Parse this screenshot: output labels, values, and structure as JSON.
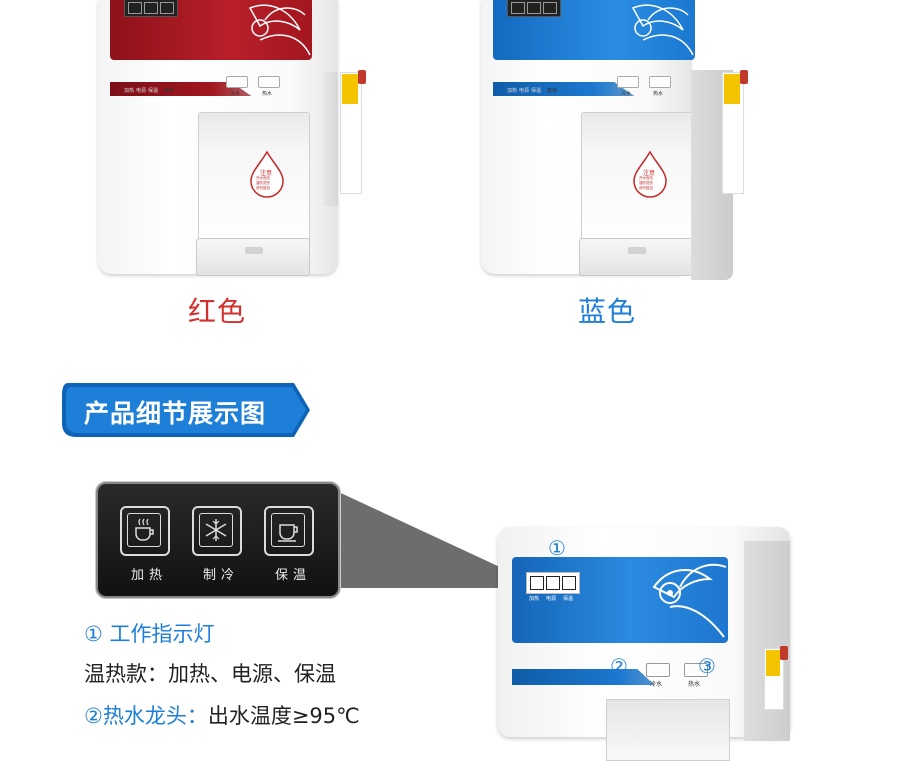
{
  "products": [
    {
      "caption": "红色",
      "caption_color": "#d32f2f",
      "panel_color": "#b01e28",
      "panel_buttons": [
        "冷水",
        "热水"
      ],
      "indicator_labels": [
        "加热",
        "电源",
        "保温",
        "童锁"
      ],
      "notice": {
        "title": "注意",
        "lines": [
          "开水危险",
          "谨防烫伤",
          "请勿擅自"
        ]
      }
    },
    {
      "caption": "蓝色",
      "caption_color": "#1e7fd8",
      "panel_color": "#1c7fd0",
      "panel_buttons": [
        "冷水",
        "热水"
      ],
      "indicator_labels": [
        "加热",
        "电源",
        "保温",
        "童锁"
      ],
      "notice": {
        "title": "注意",
        "lines": [
          "开水危险",
          "谨防烫伤",
          "请勿擅自"
        ]
      }
    }
  ],
  "section": {
    "title": "产品细节展示图",
    "color": "#1e7fd8"
  },
  "control_panel": {
    "buttons": [
      {
        "label": "加热",
        "icon": "steaming-cup-icon"
      },
      {
        "label": "制冷",
        "icon": "snowflake-icon"
      },
      {
        "label": "保温",
        "icon": "cup-icon"
      }
    ]
  },
  "details": {
    "line1_marker": "①",
    "line1_text": "工作指示灯",
    "line2": "温热款：加热、电源、保温",
    "line3_marker": "②",
    "line3_label": "热水龙头：",
    "line3_text": "出水温度≥95℃"
  },
  "bottom_machine": {
    "markers": [
      "①",
      "②",
      "③"
    ],
    "buttons": [
      "冷水",
      "热水"
    ],
    "display_labels": [
      "加热",
      "电源",
      "保温"
    ]
  }
}
